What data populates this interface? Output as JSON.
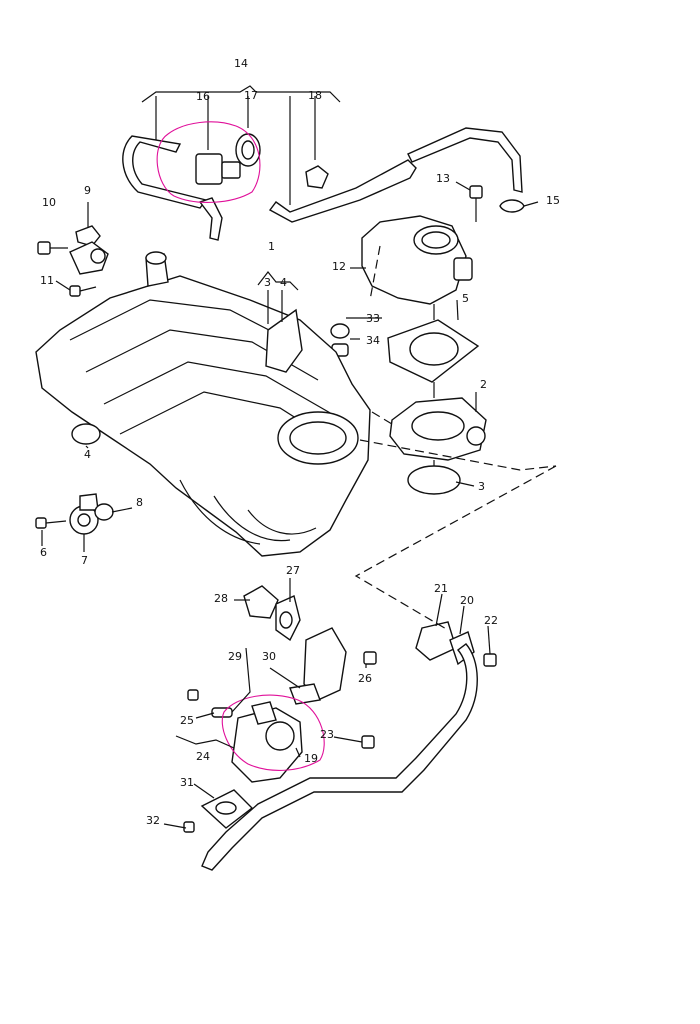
{
  "diagram": {
    "callouts": {
      "c1": "1",
      "c2": "2",
      "c3a": "3",
      "c3b": "3",
      "c4a": "4",
      "c4b": "4",
      "c5": "5",
      "c6": "6",
      "c7": "7",
      "c8": "8",
      "c9": "9",
      "c10": "10",
      "c11": "11",
      "c12": "12",
      "c13": "13",
      "c14": "14",
      "c15": "15",
      "c16": "16",
      "c17": "17",
      "c18": "18",
      "c19": "19",
      "c20": "20",
      "c21": "21",
      "c22": "22",
      "c23": "23",
      "c24": "24",
      "c25": "25",
      "c26": "26",
      "c27": "27",
      "c28": "28",
      "c29": "29",
      "c30": "30",
      "c31": "31",
      "c32": "32",
      "c33": "33",
      "c34": "34"
    },
    "colors": {
      "line": "#111111",
      "background": "#ffffff",
      "markup": "#e0109a"
    }
  }
}
